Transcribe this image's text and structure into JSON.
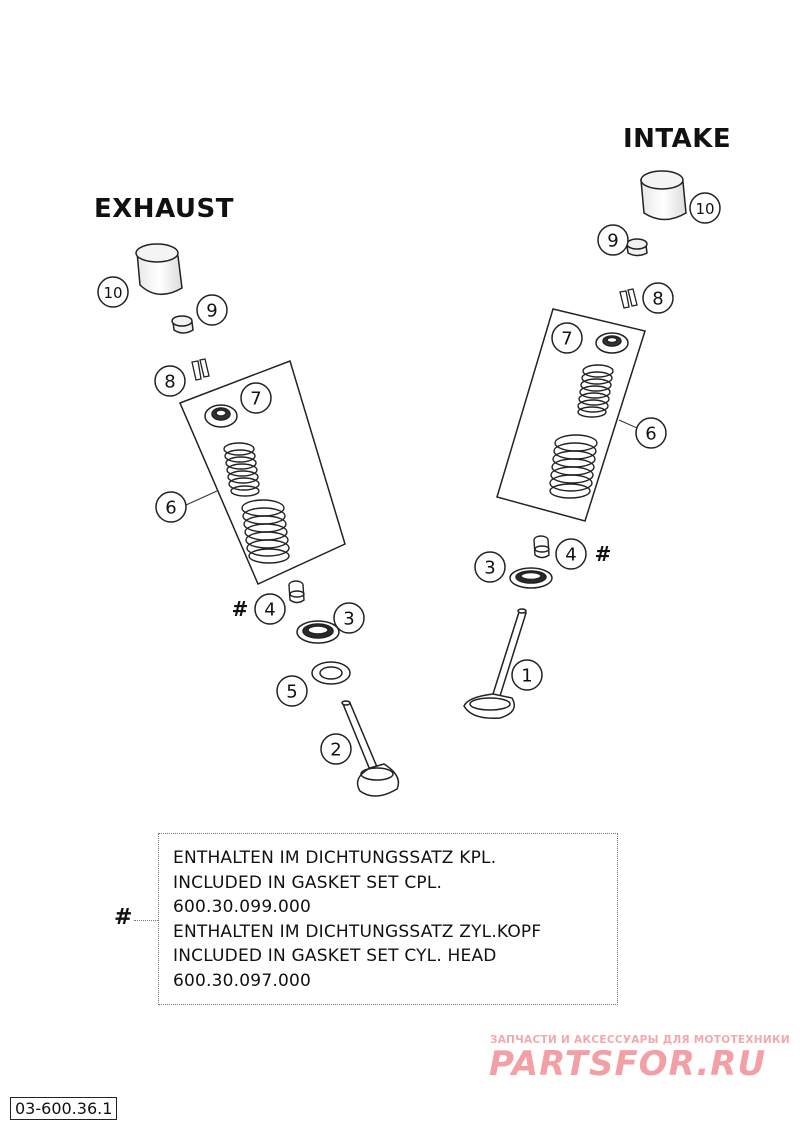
{
  "headings": {
    "exhaust": "EXHAUST",
    "intake": "INTAKE"
  },
  "part_labels": {
    "p1": "1",
    "p2": "2",
    "p3": "3",
    "p4": "4",
    "p5": "5",
    "p6": "6",
    "p7": "7",
    "p8": "8",
    "p9": "9",
    "p10": "10"
  },
  "gasket_marker": "#",
  "legend": {
    "lines": [
      "ENTHALTEN IM DICHTUNGSSATZ KPL.",
      "INCLUDED IN GASKET SET CPL.",
      "600.30.099.000",
      "ENTHALTEN IM DICHTUNGSSATZ ZYL.KOPF",
      "INCLUDED IN GASKET SET CYL. HEAD",
      "600.30.097.000"
    ]
  },
  "watermark": {
    "tagline": "ЗАПЧАСТИ И АКСЕССУАРЫ ДЛЯ МОТОТЕХНИКИ",
    "brand": "PARTSFOR.RU",
    "color": "#f2a0a6"
  },
  "drawing_number": "03-600.36.1"
}
